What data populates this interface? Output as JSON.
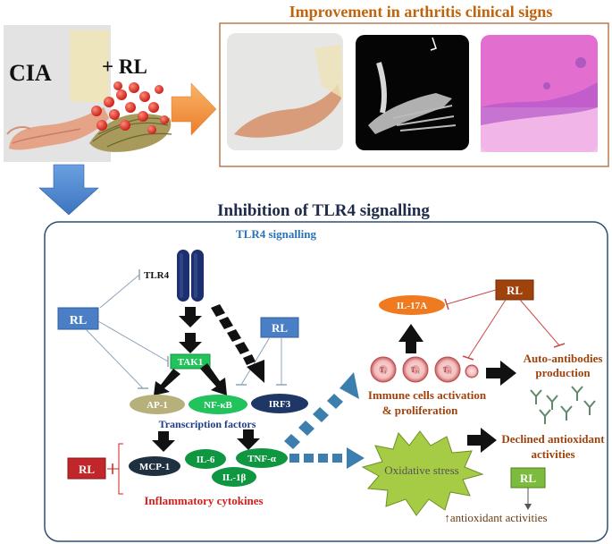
{
  "top": {
    "cia_label": "CIA",
    "rl_label": "+ RL",
    "improvement_title": "Improvement in arthritis clinical signs"
  },
  "mechanism": {
    "title": "Inhibition of TLR4 signalling",
    "tlr4_signalling": "TLR4 signalling",
    "tlr4": "TLR4",
    "rl": "RL",
    "tak1": "TAK1",
    "ap1": "AP-1",
    "nfkb": "NF-κB",
    "irf3": "IRF3",
    "transcription_factors": "Transcription factors",
    "mcp1": "MCP-1",
    "il6": "IL-6",
    "tnfa": "TNF-α",
    "il1b": "IL-1β",
    "inflammatory_cytokines": "Inflammatory cytokines",
    "il17a": "IL-17A",
    "cell_labels": [
      "T₁",
      "T₇₁",
      "T₇₁"
    ],
    "immune_line1": "Immune cells activation",
    "immune_line2": "& proliferation",
    "autoab_line1": "Auto-antibodies",
    "autoab_line2": "production",
    "oxidative_stress": "Oxidative stress",
    "declined_line1": "Declined antioxidant",
    "declined_line2": "activities",
    "increased_antioxidant": "↑antioxidant activities"
  },
  "colors": {
    "title_orange": "#c0640c",
    "rl_blue": "#4a7fc6",
    "rl_brown": "#a0420c",
    "rl_red": "#c0262a",
    "rl_green": "#7dbb3f",
    "dark_green": "#0f9640",
    "bright_green": "#22c35a",
    "khaki": "#b7b07a",
    "navy": "#1f3767",
    "receptor": "#1c2f6e",
    "orange": "#f07a20",
    "teal_arrow": "#3c7fae",
    "star_green": "#a6cc45",
    "cyto_red": "#d2211e",
    "tf_blue": "#1f3c88"
  }
}
